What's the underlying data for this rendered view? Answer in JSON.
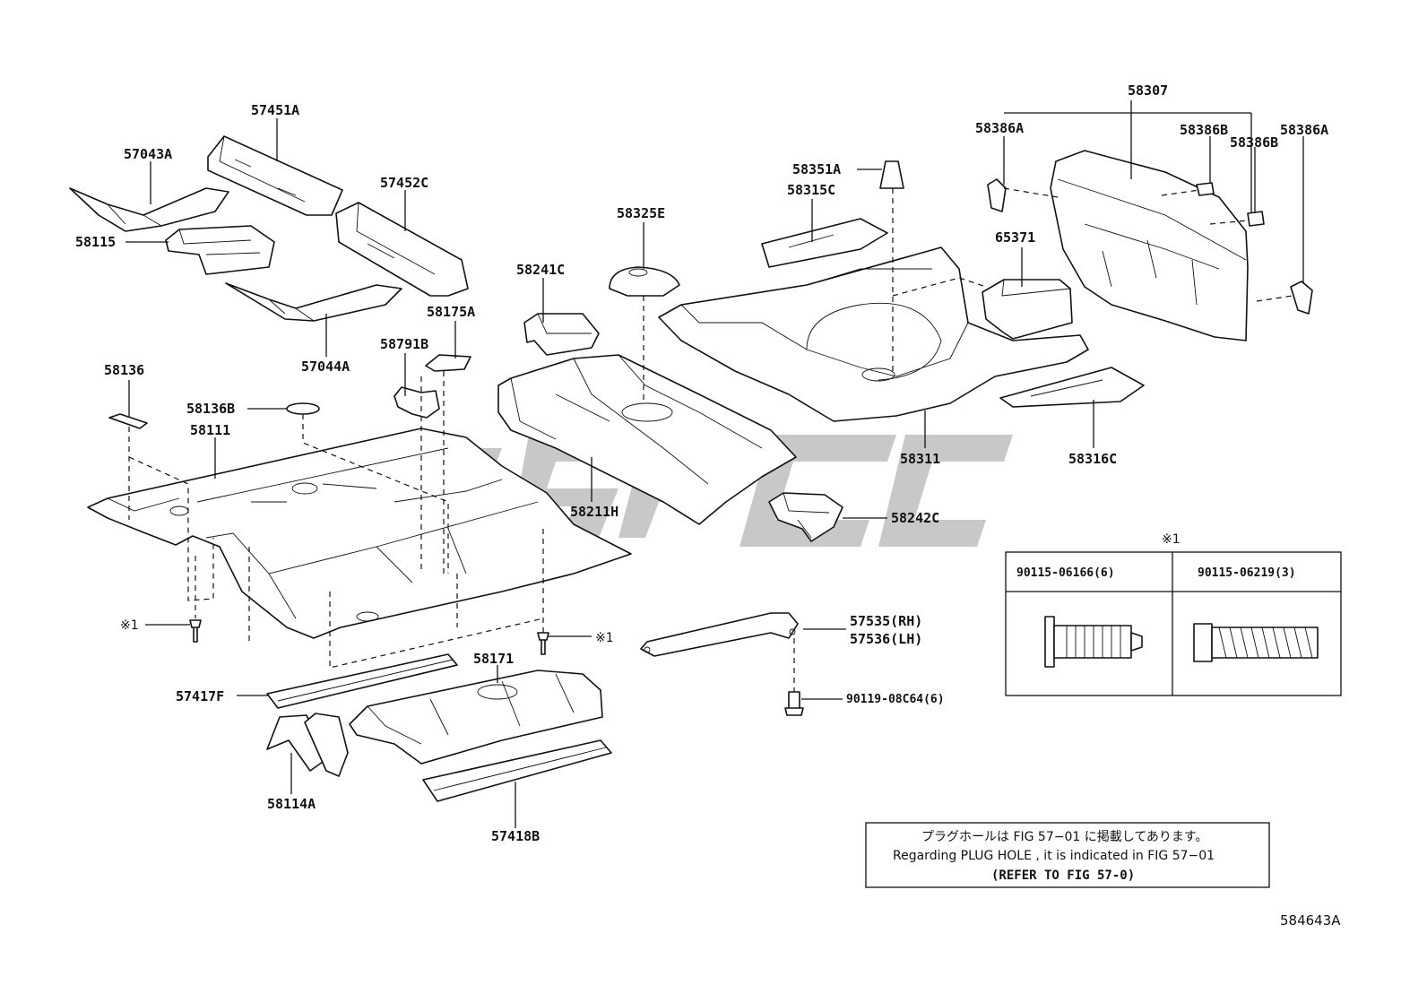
{
  "diagram_id": "584643A",
  "parts": {
    "p57451A": "57451A",
    "p57043A": "57043A",
    "p57452C": "57452C",
    "p58115": "58115",
    "p57044A": "57044A",
    "p58175A": "58175A",
    "p58791B": "58791B",
    "p58136": "58136",
    "p58136B": "58136B",
    "p58111": "58111",
    "p58241C": "58241C",
    "p58325E": "58325E",
    "p58211H": "58211H",
    "p58242C": "58242C",
    "p58351A": "58351A",
    "p58315C": "58315C",
    "p65371": "65371",
    "p58311": "58311",
    "p58316C": "58316C",
    "p58307": "58307",
    "p58386A_left": "58386A",
    "p58386B_1": "58386B",
    "p58386B_2": "58386B",
    "p58386A_right": "58386A",
    "p57535": "57535(RH)",
    "p57536": "57536(LH)",
    "p90119": "90119-08C64(6)",
    "p58171": "58171",
    "p57417F": "57417F",
    "p58114A": "58114A",
    "p57418B": "57418B",
    "mark1_left": "※1",
    "mark1_right": "※1"
  },
  "fastener_table": {
    "mark": "※1",
    "col1": "90115-06166(6)",
    "col2": "90115-06219(3)"
  },
  "note": {
    "line_jp": "プラグホールは FIG 57−01 に掲載してあります。",
    "line_en": "Regarding  PLUG  HOLE , it is indicated in FIG 57−01",
    "line_ref": "(REFER TO FIG 57-0)"
  }
}
